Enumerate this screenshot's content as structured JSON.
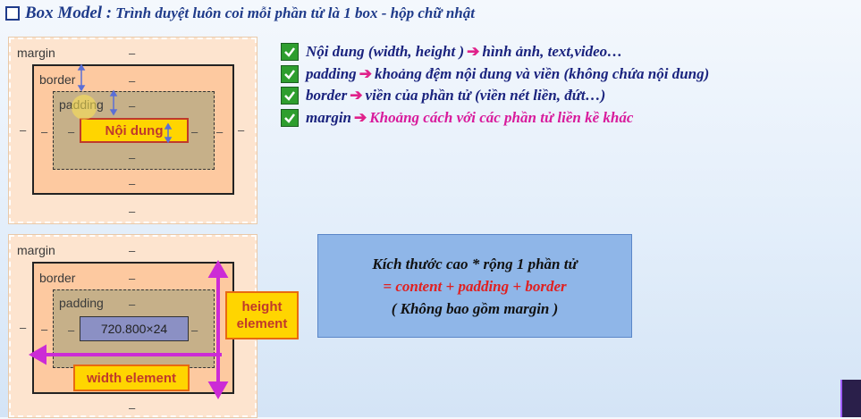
{
  "title": {
    "bold": "Box Model :",
    "rest": "Trình duyệt luôn coi mỗi phần tử là 1 box -  hộp chữ nhật"
  },
  "diagram_top": {
    "margin_label": "margin",
    "border_label": "border",
    "padding_label": "padding",
    "content_label": "Nội dung",
    "dash": "–"
  },
  "diagram_bottom": {
    "margin_label": "margin",
    "border_label": "border",
    "padding_label": "padding",
    "content_size": "720.800×24",
    "dash": "–",
    "height_tag": "height element",
    "width_tag": "width element"
  },
  "checklist": [
    {
      "term": "Nội dung (width, height )",
      "desc": "hình ảnh, text,video…"
    },
    {
      "term": "padding",
      "desc": "khoảng đệm nội dung và viền (không chứa nội dung)"
    },
    {
      "term": "border",
      "desc": "viền của phần tử (viền nét liền, đứt…)"
    },
    {
      "term": "margin",
      "desc": "Khoảng cách với các phần tử liền kề khác"
    }
  ],
  "info": {
    "line1": "Kích thước cao * rộng 1 phần tử",
    "line2": "= content + padding + border",
    "line3": "( Không bao gồm margin )"
  },
  "icons": [
    "check-icon",
    "arrow-right-icon"
  ]
}
